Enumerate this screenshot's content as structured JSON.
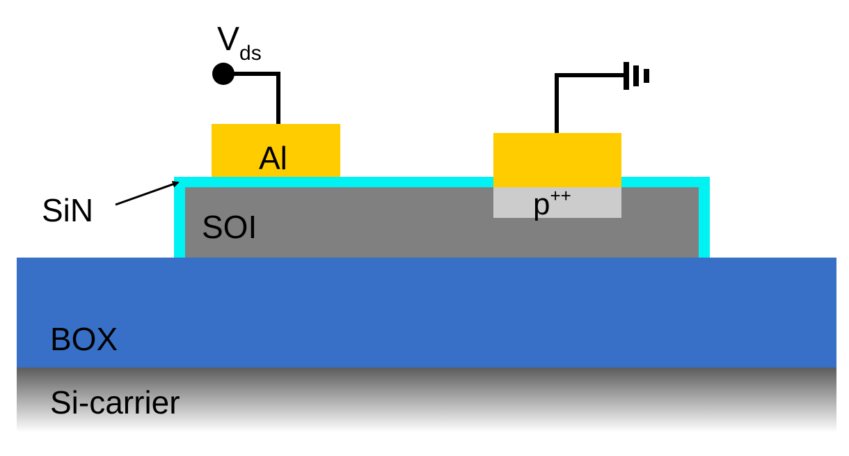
{
  "layers": {
    "si_carrier": {
      "label": "Si-carrier",
      "color_top": "#5c5c5c",
      "color_bottom": "#ffffff"
    },
    "box": {
      "label": "BOX",
      "color": "#3870c8"
    },
    "soi": {
      "label": "SOI",
      "color": "#808080"
    },
    "sin": {
      "label": "SiN",
      "color": "#00f2f2"
    }
  },
  "contacts": {
    "al": {
      "label": "Al",
      "color": "#ffcc00"
    },
    "p_contact": {
      "color": "#ffcc00"
    },
    "p_doped": {
      "label": "p",
      "superscript": "++",
      "color": "#cccccc"
    }
  },
  "terminals": {
    "drain": {
      "label": "V",
      "subscript": "ds"
    },
    "ground": {
      "symbol": "ground"
    }
  }
}
